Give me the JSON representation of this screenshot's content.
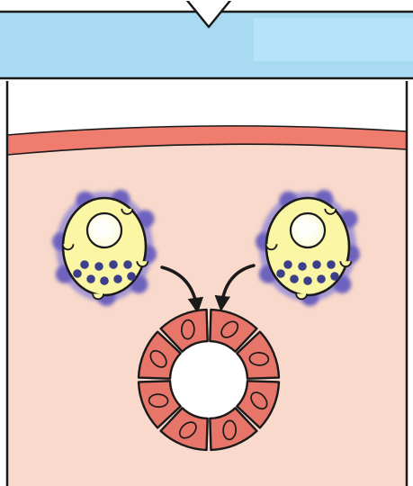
{
  "diagram": {
    "colors": {
      "banner_fill": "#a8dbf2",
      "banner_highlight": "#b6e3f7",
      "outline": "#1a1a1a",
      "surface_layer": "#f07c6e",
      "tissue_fill": "#f9d9cb",
      "cell_fill": "#fbf6a4",
      "cell_nucleus": "#fdfde6",
      "receptor": "#6d62bd",
      "receptor_glow": "#8a82d6",
      "vesicle": "#3e3f8a",
      "tubule_cell": "#e8756a",
      "lumen": "#ffffff"
    },
    "icons": {
      "left_cell": "secretory-cell-icon",
      "right_cell": "secretory-cell-icon",
      "ring": "gland-cross-section-icon",
      "arrows": "curved-arrow-icon"
    },
    "counts": {
      "cells": 2,
      "vesicles_per_cell": 9,
      "receptors_per_cell": 8,
      "ring_segments": 8
    }
  }
}
